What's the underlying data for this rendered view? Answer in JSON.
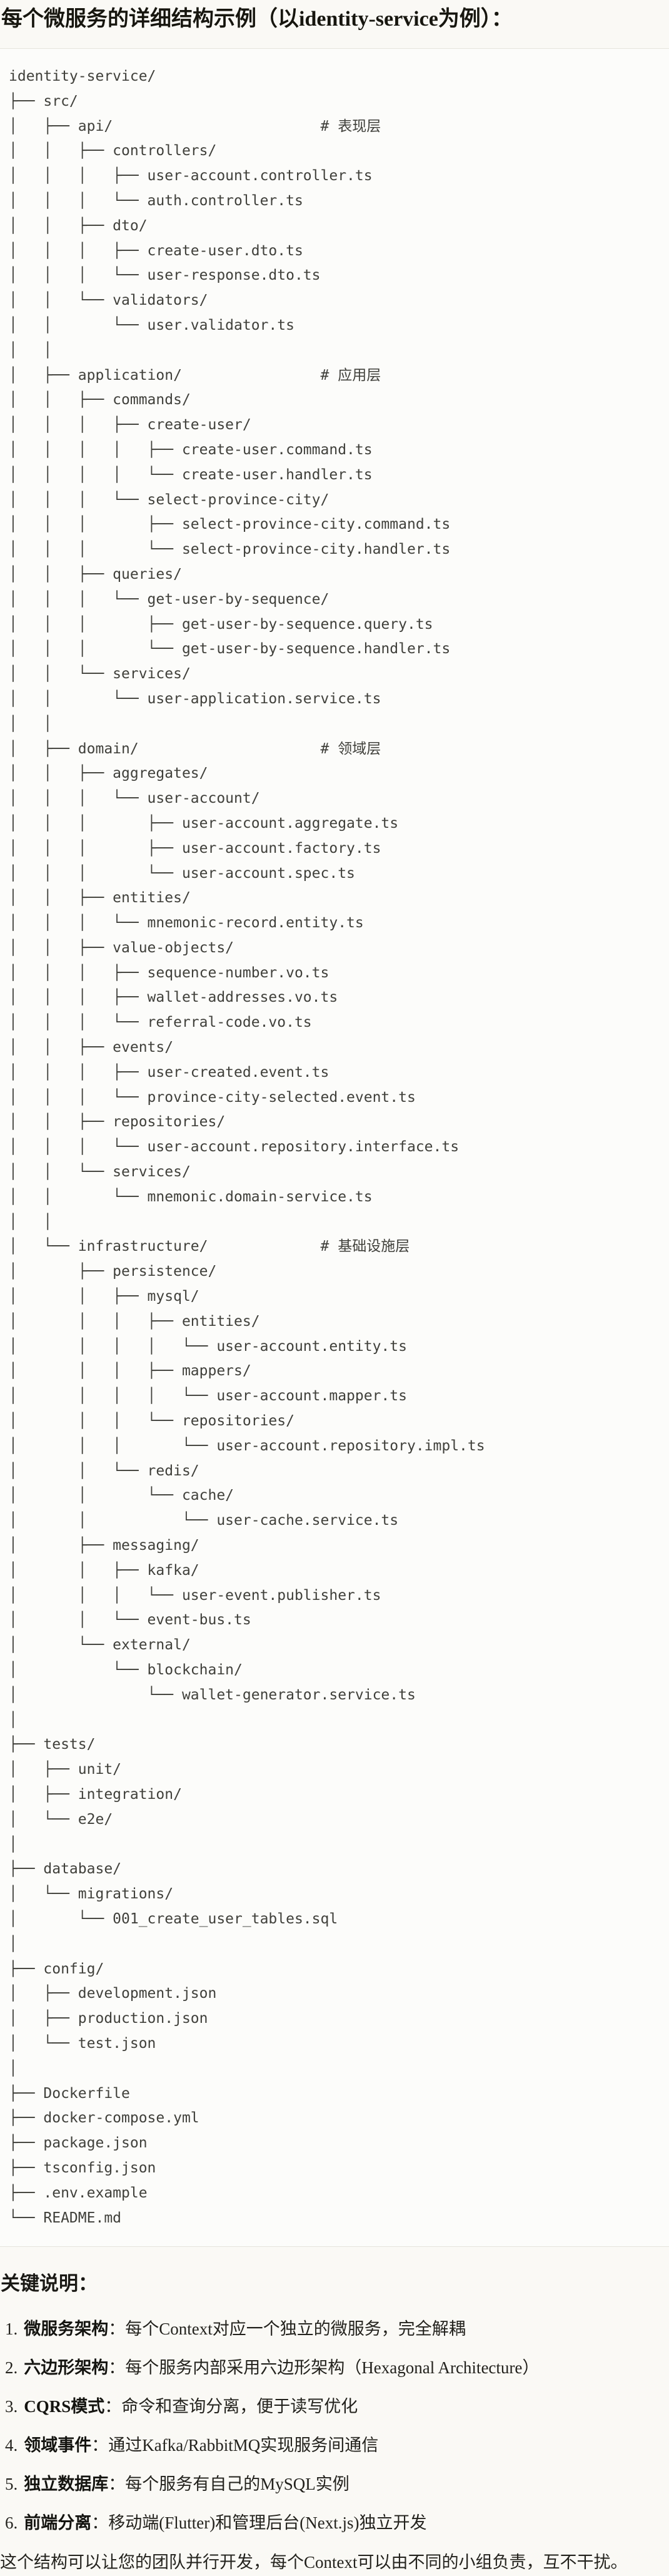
{
  "page": {
    "title": "每个微服务的详细结构示例（以identity-service为例）："
  },
  "tree": {
    "root": "identity-service/",
    "layer_comments": [
      "# 表现层",
      "# 应用层",
      "# 领域层",
      "# 基础设施层"
    ],
    "lines": [
      "identity-service/",
      "├── src/",
      "│   ├── api/                        # 表现层",
      "│   │   ├── controllers/",
      "│   │   │   ├── user-account.controller.ts",
      "│   │   │   └── auth.controller.ts",
      "│   │   ├── dto/",
      "│   │   │   ├── create-user.dto.ts",
      "│   │   │   └── user-response.dto.ts",
      "│   │   └── validators/",
      "│   │       └── user.validator.ts",
      "│   │",
      "│   ├── application/                # 应用层",
      "│   │   ├── commands/",
      "│   │   │   ├── create-user/",
      "│   │   │   │   ├── create-user.command.ts",
      "│   │   │   │   └── create-user.handler.ts",
      "│   │   │   └── select-province-city/",
      "│   │   │       ├── select-province-city.command.ts",
      "│   │   │       └── select-province-city.handler.ts",
      "│   │   ├── queries/",
      "│   │   │   └── get-user-by-sequence/",
      "│   │   │       ├── get-user-by-sequence.query.ts",
      "│   │   │       └── get-user-by-sequence.handler.ts",
      "│   │   └── services/",
      "│   │       └── user-application.service.ts",
      "│   │",
      "│   ├── domain/                     # 领域层",
      "│   │   ├── aggregates/",
      "│   │   │   └── user-account/",
      "│   │   │       ├── user-account.aggregate.ts",
      "│   │   │       ├── user-account.factory.ts",
      "│   │   │       └── user-account.spec.ts",
      "│   │   ├── entities/",
      "│   │   │   └── mnemonic-record.entity.ts",
      "│   │   ├── value-objects/",
      "│   │   │   ├── sequence-number.vo.ts",
      "│   │   │   ├── wallet-addresses.vo.ts",
      "│   │   │   └── referral-code.vo.ts",
      "│   │   ├── events/",
      "│   │   │   ├── user-created.event.ts",
      "│   │   │   └── province-city-selected.event.ts",
      "│   │   ├── repositories/",
      "│   │   │   └── user-account.repository.interface.ts",
      "│   │   └── services/",
      "│   │       └── mnemonic.domain-service.ts",
      "│   │",
      "│   └── infrastructure/             # 基础设施层",
      "│       ├── persistence/",
      "│       │   ├── mysql/",
      "│       │   │   ├── entities/",
      "│       │   │   │   └── user-account.entity.ts",
      "│       │   │   ├── mappers/",
      "│       │   │   │   └── user-account.mapper.ts",
      "│       │   │   └── repositories/",
      "│       │   │       └── user-account.repository.impl.ts",
      "│       │   └── redis/",
      "│       │       └── cache/",
      "│       │           └── user-cache.service.ts",
      "│       ├── messaging/",
      "│       │   ├── kafka/",
      "│       │   │   └── user-event.publisher.ts",
      "│       │   └── event-bus.ts",
      "│       └── external/",
      "│           └── blockchain/",
      "│               └── wallet-generator.service.ts",
      "│",
      "├── tests/",
      "│   ├── unit/",
      "│   ├── integration/",
      "│   └── e2e/",
      "│",
      "├── database/",
      "│   └── migrations/",
      "│       └── 001_create_user_tables.sql",
      "│",
      "├── config/",
      "│   ├── development.json",
      "│   ├── production.json",
      "│   └── test.json",
      "│",
      "├── Dockerfile",
      "├── docker-compose.yml",
      "├── package.json",
      "├── tsconfig.json",
      "├── .env.example",
      "└── README.md"
    ]
  },
  "notes": {
    "heading": "关键说明：",
    "items": [
      {
        "num": "1.",
        "term": "微服务架构",
        "sep": "：",
        "text": "每个Context对应一个独立的微服务，完全解耦"
      },
      {
        "num": "2.",
        "term": "六边形架构",
        "sep": "：",
        "text": "每个服务内部采用六边形架构（Hexagonal Architecture）"
      },
      {
        "num": "3.",
        "term": "CQRS模式",
        "sep": "：",
        "text": "命令和查询分离，便于读写优化"
      },
      {
        "num": "4.",
        "term": "领域事件",
        "sep": "：",
        "text": "通过Kafka/RabbitMQ实现服务间通信"
      },
      {
        "num": "5.",
        "term": "独立数据库",
        "sep": "：",
        "text": "每个服务有自己的MySQL实例"
      },
      {
        "num": "6.",
        "term": "前端分离",
        "sep": "：",
        "text": "移动端(Flutter)和管理后台(Next.js)独立开发"
      }
    ],
    "footer": "这个结构可以让您的团队并行开发，每个Context可以由不同的小组负责，互不干扰。"
  },
  "colors": {
    "page_bg": "#faf9f5",
    "code_bg": "#fcfcfa",
    "divider": "#e6e4dd",
    "code_text": "#40403b",
    "heading_text": "#1a1915",
    "body_text": "#23221d"
  }
}
